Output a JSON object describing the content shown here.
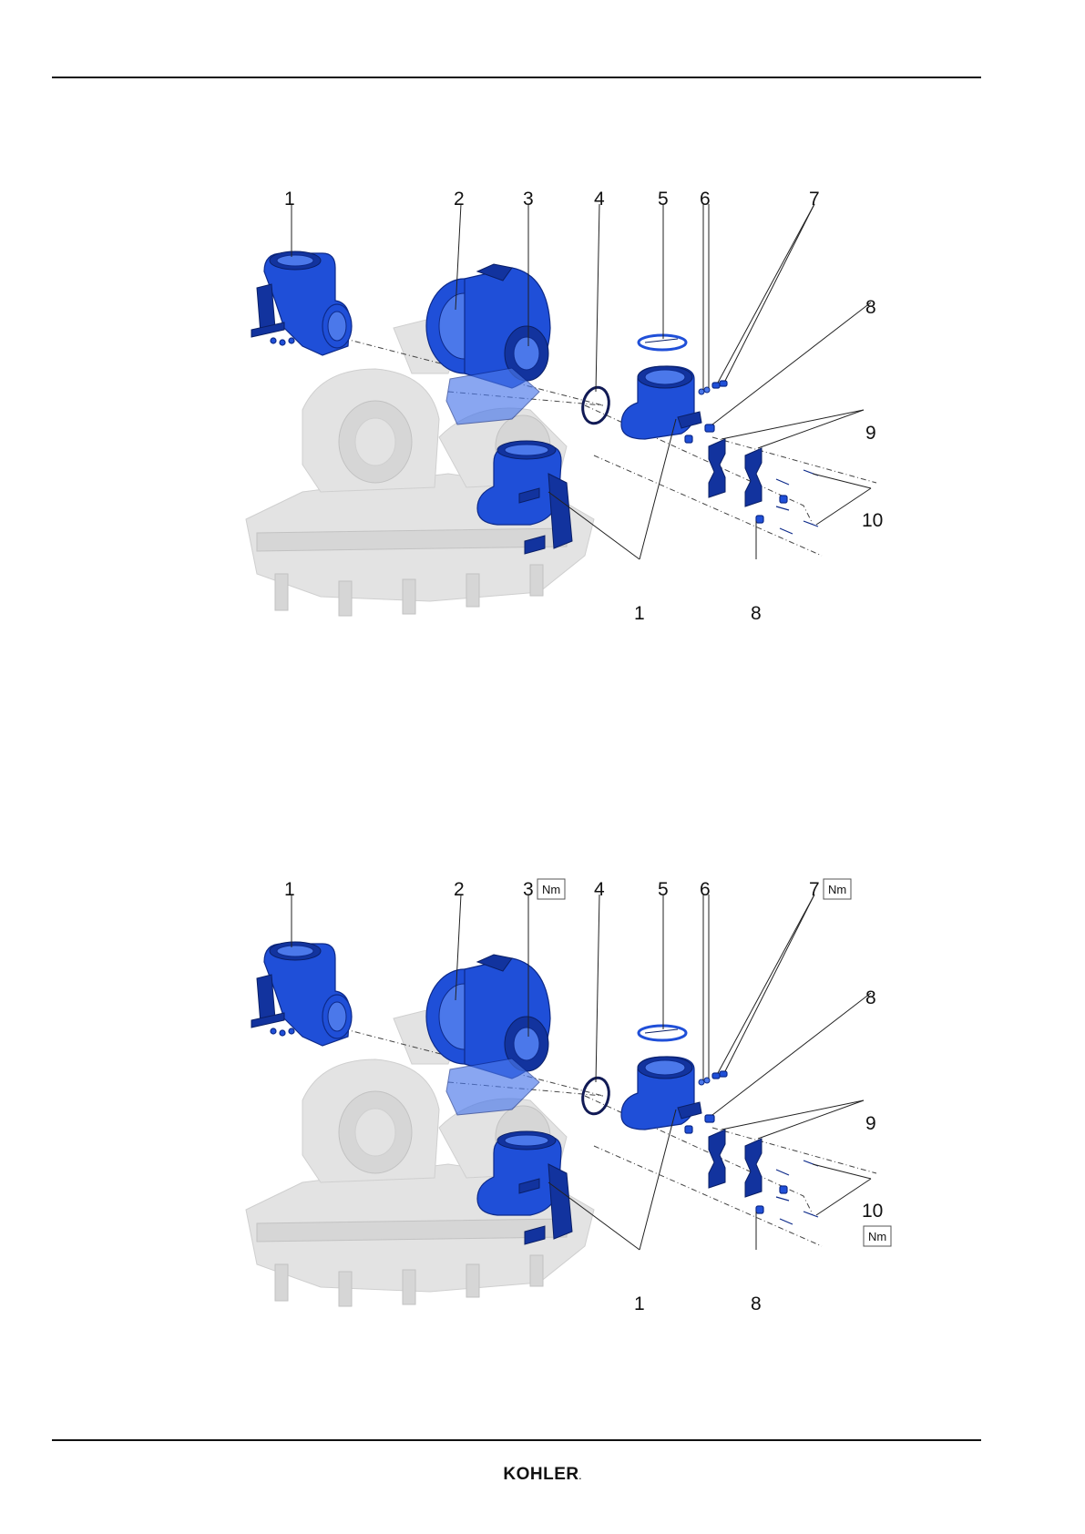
{
  "callouts": {
    "n1": "1",
    "n2": "2",
    "n3": "3",
    "n4": "4",
    "n5": "5",
    "n6": "6",
    "n7": "7",
    "n8": "8",
    "n9": "9",
    "n10": "10"
  },
  "torque_label": "Nm",
  "footer": {
    "logo_text": "KOHLER",
    "logo_mark": "."
  },
  "colors": {
    "part_highlight": "#1f4fd8",
    "ghost_engine": "#e3e3e3"
  }
}
